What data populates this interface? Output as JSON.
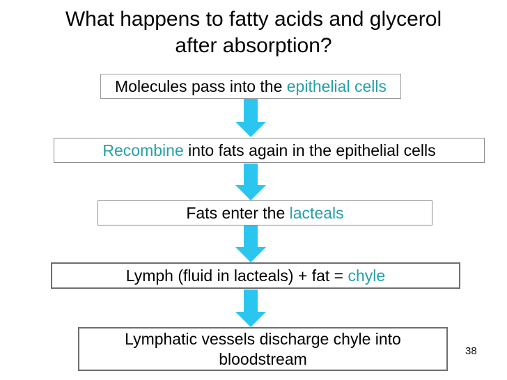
{
  "slide": {
    "title": {
      "line1": "What happens to fatty acids and glycerol",
      "line2": "after absorption?"
    },
    "page_number": "38",
    "colors": {
      "highlight_teal": "#26A0A6",
      "arrow_cyan": "#2BC6F0",
      "box_border_gray": "#828282",
      "text_black": "#000000",
      "background": "#FFFFFF"
    },
    "flow": {
      "boxes": [
        {
          "segments": [
            {
              "text": "Molecules pass into the ",
              "style": "black"
            },
            {
              "text": "epithelial cells",
              "style": "teal"
            }
          ]
        },
        {
          "segments": [
            {
              "text": "Recombine",
              "style": "teal"
            },
            {
              "text": " into fats again in the epithelial cells",
              "style": "black"
            }
          ]
        },
        {
          "segments": [
            {
              "text": "Fats enter the ",
              "style": "black"
            },
            {
              "text": "lacteals",
              "style": "teal"
            }
          ]
        },
        {
          "segments": [
            {
              "text": "Lymph (fluid in lacteals) + fat = ",
              "style": "black"
            },
            {
              "text": "chyle",
              "style": "teal"
            }
          ]
        },
        {
          "segments": [
            {
              "text": "Lymphatic vessels discharge chyle into bloodstream",
              "style": "black"
            }
          ]
        }
      ]
    }
  }
}
